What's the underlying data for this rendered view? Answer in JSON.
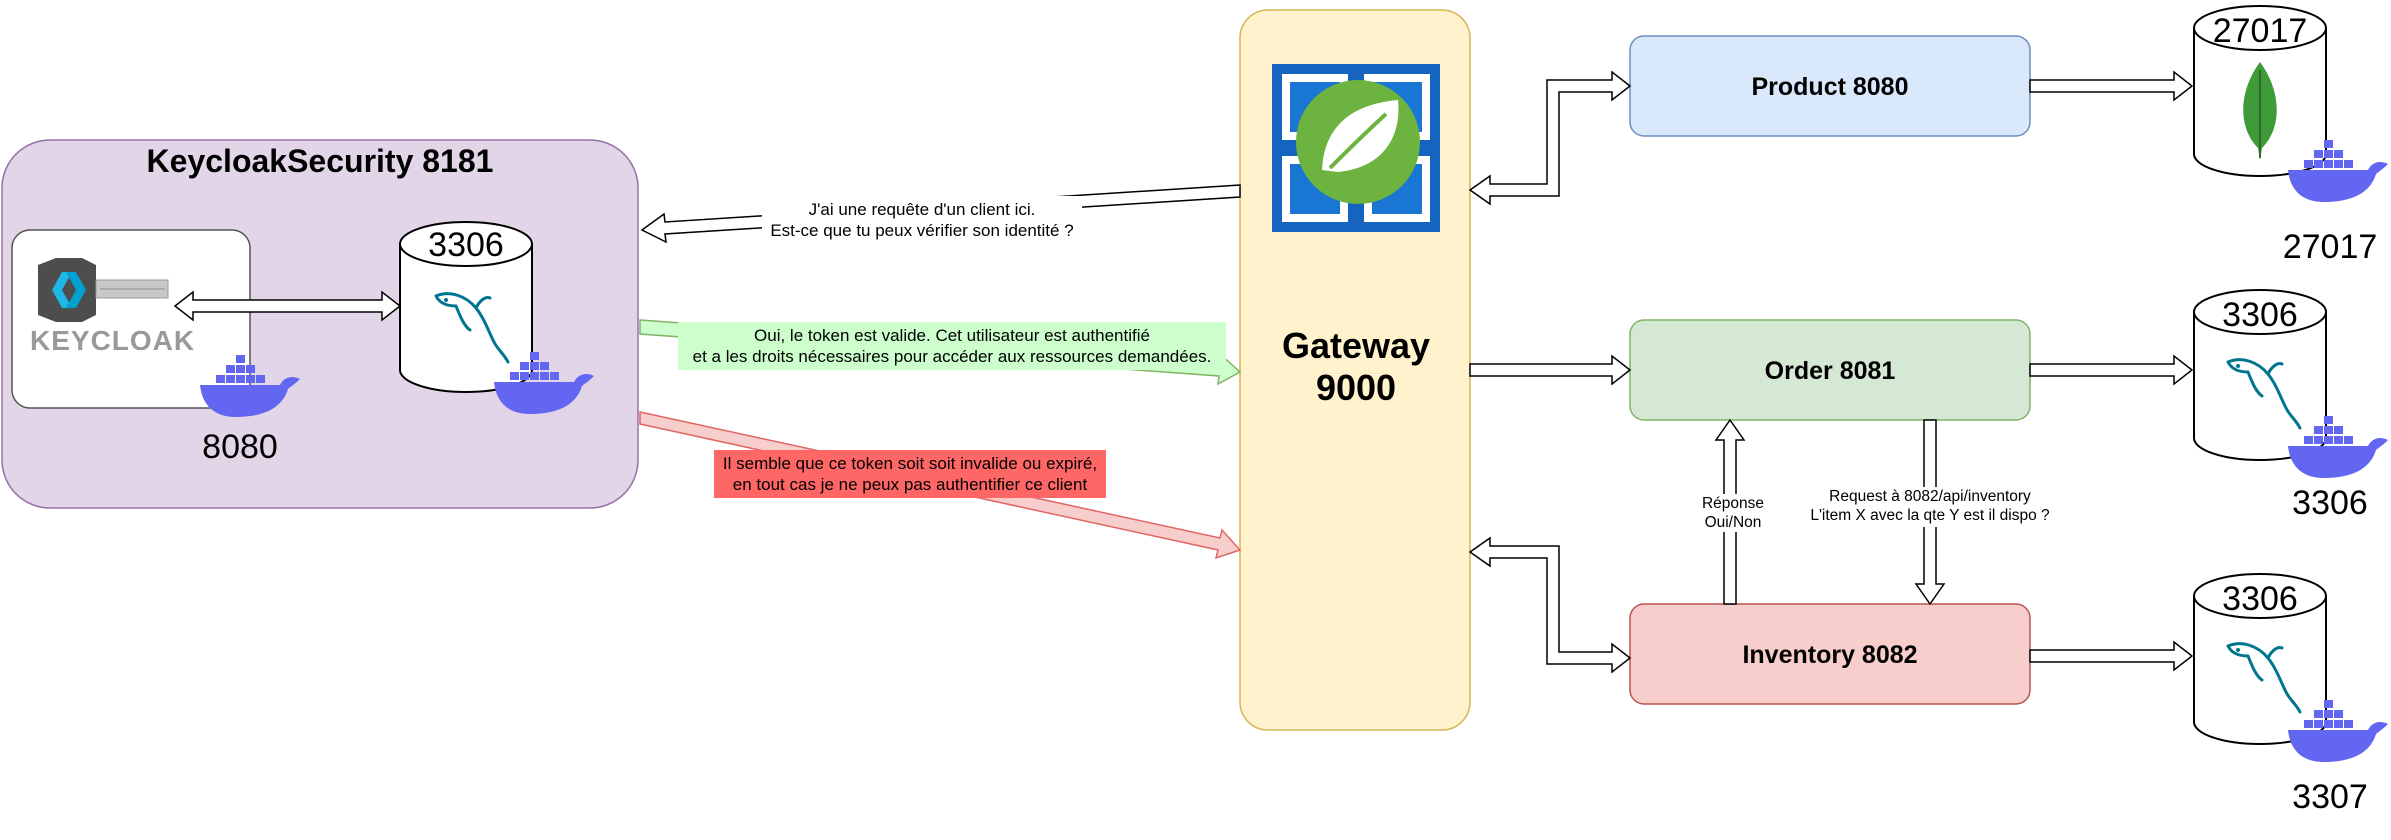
{
  "keycloak_security": {
    "title": "KeycloakSecurity 8181",
    "keycloak_logo_text": "KEYCLOAK",
    "keycloak_port": "8080",
    "db_port": "3306"
  },
  "gateway": {
    "line1": "Gateway",
    "line2": "9000"
  },
  "services": {
    "product": "Product 8080",
    "order": "Order 8081",
    "inventory": "Inventory 8082"
  },
  "databases": {
    "product_db_top": "27017",
    "product_db_bottom": "27017",
    "order_db_top": "3306",
    "order_db_bottom": "3306",
    "inventory_db_top": "3306",
    "inventory_db_bottom": "3307"
  },
  "messages": {
    "request_line1": "J'ai une requête d'un client ici.",
    "request_line2": "Est-ce que tu peux vérifier son identité ?",
    "valid_line1": "Oui, le token est valide. Cet utilisateur est authentifié",
    "valid_line2": "et a les droits nécessaires pour accéder aux ressources demandées.",
    "invalid_line1": "Il semble que ce token soit soit invalide ou expiré,",
    "invalid_line2": "en tout cas je ne peux pas authentifier ce client",
    "inventory_request_line1": "Request à 8082/api/inventory",
    "inventory_request_line2": "L'item X avec la qte Y est il dispo ?",
    "response_line1": "Réponse",
    "response_line2": "Oui/Non"
  },
  "colors": {
    "keycloak_bg": "#e1d5e7",
    "gateway_bg": "#fff2cc",
    "product_bg": "#dae8fc",
    "order_bg": "#d5e8d4",
    "inventory_bg": "#f8cecc",
    "valid_msg_bg": "#ccffcc",
    "invalid_msg_bg": "#ff6666",
    "docker_blue": "#6366f1",
    "spring_green": "#6db33f",
    "mongo_green": "#3f9b3a",
    "mysql_teal": "#00758f"
  },
  "icons": {
    "spring": "spring-logo-icon",
    "keycloak": "keycloak-logo-icon",
    "mongo": "mongodb-leaf-icon",
    "mysql": "mysql-dolphin-icon",
    "docker": "docker-whale-icon"
  }
}
